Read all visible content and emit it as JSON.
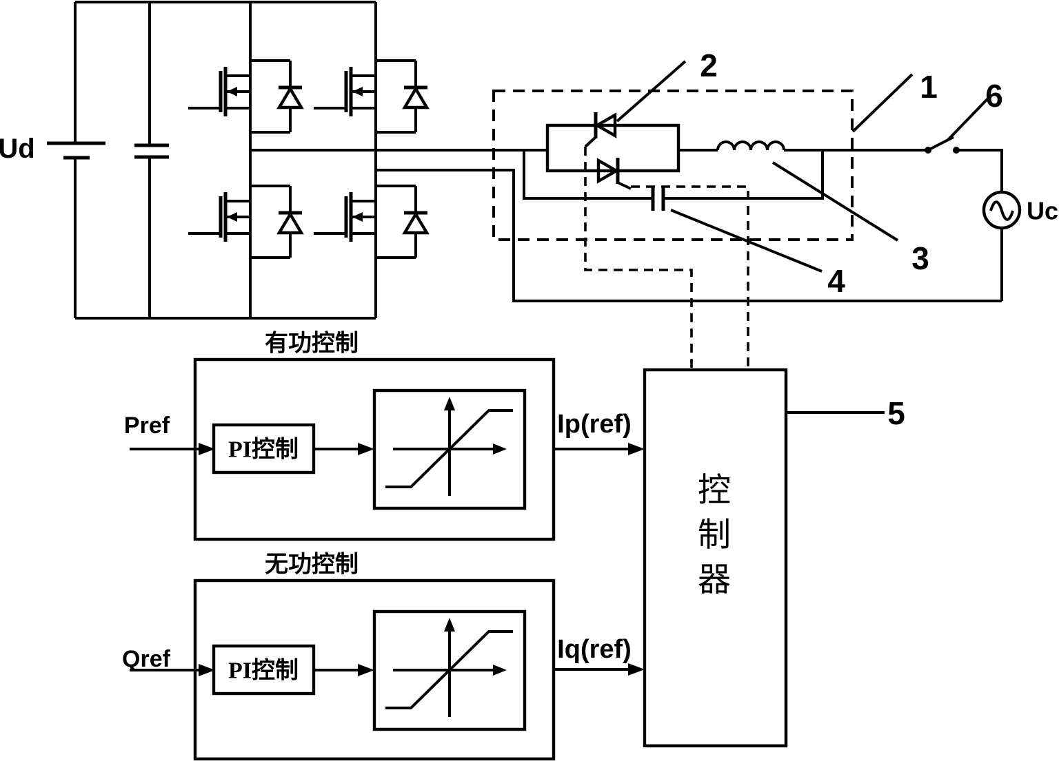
{
  "circuit": {
    "dc_source_label": "Ud",
    "ac_source_label": "Uc",
    "component_numbers": {
      "dashed_enclosure": "1",
      "thyristor_pair": "2",
      "inductor": "3",
      "capacitor": "4",
      "controller": "5",
      "switch": "6"
    }
  },
  "active_block": {
    "title": "有功控制",
    "input_label": "Pref",
    "pi_label": "PI控制",
    "output_label": "Ip(ref)"
  },
  "reactive_block": {
    "title": "无功控制",
    "input_label": "Qref",
    "pi_label": "PI控制",
    "output_label": "Iq(ref)"
  },
  "controller": {
    "label": "控制器",
    "chars": [
      "控",
      "制",
      "器"
    ]
  }
}
